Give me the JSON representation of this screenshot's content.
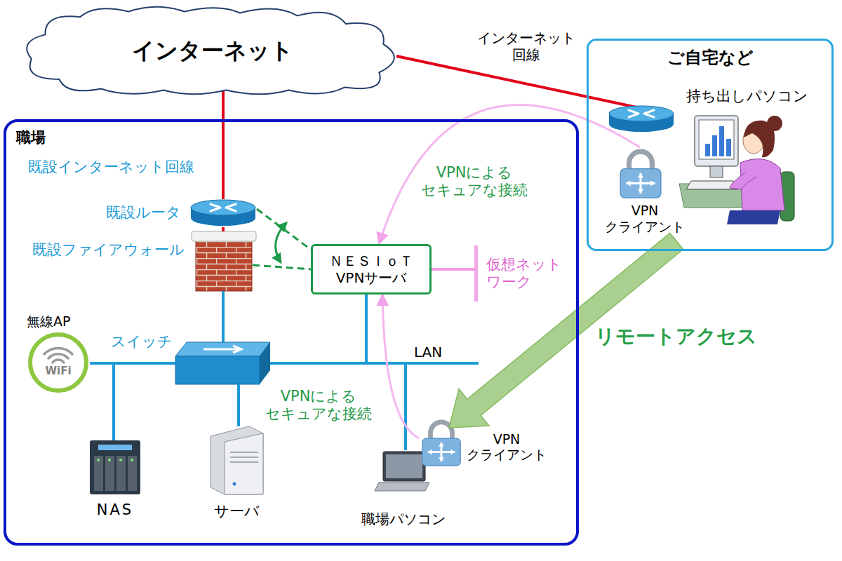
{
  "diagram": {
    "nodes": [
      {
        "text": [
          "インターネット"
        ]
      },
      {
        "text": [
          "ご自宅など"
        ]
      },
      {
        "text": [
          "持ち出しパソコン"
        ],
        "in": 1
      },
      {
        "text": [
          "VPN クライアント"
        ],
        "in": 1
      },
      {
        "text": [
          "職場"
        ]
      },
      {
        "text": [
          "既設ルータ"
        ],
        "in": 4
      },
      {
        "text": [
          "既設ファイアウォール"
        ],
        "in": 4
      },
      {
        "text": [
          "ＮＥＳＩｏＴ VPNサーバ"
        ],
        "in": 4
      },
      {
        "text": [
          "仮想ネット ワーク"
        ],
        "in": 4
      },
      {
        "text": [
          "無線AP",
          "WiFi"
        ],
        "in": 4
      },
      {
        "text": [
          "スイッチ"
        ],
        "in": 4
      },
      {
        "text": [
          "NAS"
        ],
        "in": 4
      },
      {
        "text": [
          "サーバ"
        ],
        "in": 4
      },
      {
        "text": [
          "職場パソコン"
        ],
        "in": 4
      },
      {
        "text": [
          "VPN クライアント"
        ],
        "in": 4
      }
    ],
    "edges": [
      {
        "from": 0,
        "to": 5,
        "arrow": "none",
        "label": "既設インターネット回線"
      },
      {
        "from": 5,
        "to": 6,
        "arrow": "none"
      },
      {
        "from": 6,
        "to": 10,
        "arrow": "none"
      },
      {
        "from": 10,
        "to": 9,
        "arrow": "none"
      },
      {
        "from": 10,
        "to": 11,
        "arrow": "none"
      },
      {
        "from": 10,
        "to": 12,
        "arrow": "none"
      },
      {
        "from": 10,
        "to": 7,
        "arrow": "none"
      },
      {
        "from": 10,
        "to": 13,
        "arrow": "none"
      },
      {
        "from": 5,
        "to": 7,
        "arrow": "none"
      },
      {
        "from": 6,
        "to": 7,
        "arrow": "none"
      },
      {
        "from": 7,
        "to": 8,
        "arrow": "none"
      },
      {
        "from": 3,
        "to": 7,
        "arrow": "to",
        "label": "VPNによる セキュアな接続"
      },
      {
        "from": 14,
        "to": 7,
        "arrow": "to",
        "label": "VPNによる セキュアな接続"
      },
      {
        "from": 3,
        "to": 14,
        "arrow": "to",
        "label": "リモートアクセス"
      }
    ],
    "labels": [
      "インターネット 回線",
      "LAN"
    ]
  }
}
